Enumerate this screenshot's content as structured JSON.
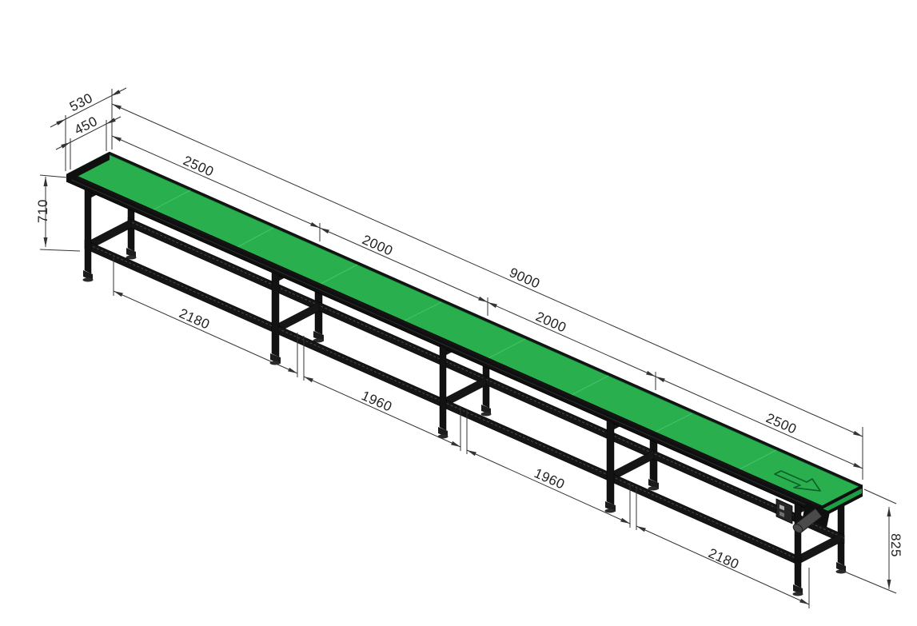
{
  "drawing": {
    "title": "belt-conveyor-isometric-cad-drawing",
    "view": "isometric",
    "unit_system": "mm"
  },
  "dimensions": {
    "end_width_outer": "530",
    "belt_width": "450",
    "overall_length": "9000",
    "top_chain": {
      "seg1": "2500",
      "seg2": "2000",
      "seg3": "2000",
      "seg4": "2500"
    },
    "height_left": "710",
    "height_right": "825",
    "base_chain": {
      "seg1": "2180",
      "seg2": "1960",
      "seg3": "1960",
      "seg4": "2180"
    }
  },
  "colors": {
    "belt_green": "#2aaf4f",
    "belt_green_dark": "#1f9e45",
    "frame_black": "#121212",
    "dim_color": "#333333",
    "motor_gray": "#4a4a4a",
    "background": "#ffffff"
  }
}
